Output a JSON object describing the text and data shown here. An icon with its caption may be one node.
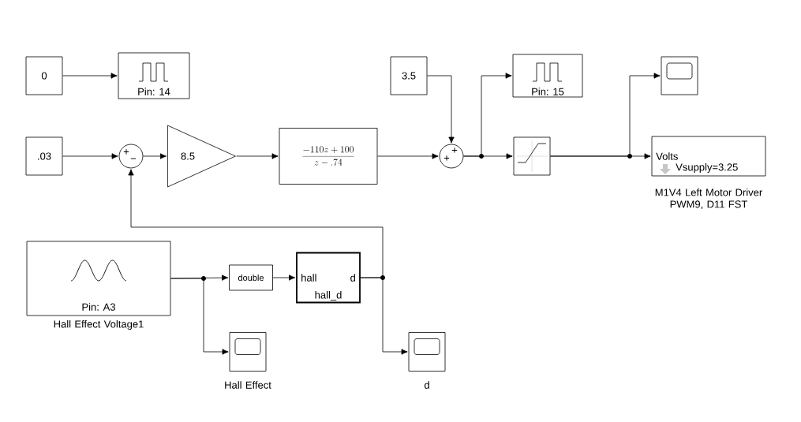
{
  "diagram": {
    "nodes": [
      {
        "text": [
          "0"
        ]
      },
      {
        "text": [
          "Pin: 14"
        ]
      },
      {
        "text": [
          ".03"
        ]
      },
      {
        "text": [
          "+",
          "−"
        ]
      },
      {
        "text": [
          "8.5"
        ]
      },
      {
        "text": [
          "\\frac{-110z+100}{z-.74}"
        ]
      },
      {
        "text": [
          "3.5"
        ]
      },
      {
        "text": [
          "+",
          "+"
        ]
      },
      {
        "text": [
          "Pin: 15"
        ]
      },
      {
        "text": [],
        "shape": "box"
      },
      {
        "text": [],
        "shape": "box"
      },
      {
        "text": [
          "Volts",
          "Vsupply=3.25"
        ],
        "beside": [
          "M1V4 Left Motor Driver PWM9, D11 FST"
        ]
      },
      {
        "text": [
          "Pin: A3"
        ],
        "beside": [
          "Hall Effect Voltage1"
        ]
      },
      {
        "text": [
          "double"
        ]
      },
      {
        "text": [
          "hall",
          "d",
          "hall_d"
        ]
      },
      {
        "text": [],
        "shape": "box",
        "beside": [
          "Hall Effect"
        ]
      },
      {
        "text": [],
        "shape": "box",
        "beside": [
          "d"
        ]
      }
    ],
    "edges": [
      {
        "from": 0,
        "to": 1,
        "arrow": "to"
      },
      {
        "from": 2,
        "to": 3,
        "arrow": "to"
      },
      {
        "from": 3,
        "to": 4,
        "arrow": "to"
      },
      {
        "from": 4,
        "to": 5,
        "arrow": "to"
      },
      {
        "from": 5,
        "to": 7,
        "arrow": "to"
      },
      {
        "from": 6,
        "to": 7,
        "arrow": "to"
      },
      {
        "from": 7,
        "to": 8,
        "arrow": "to"
      },
      {
        "from": 7,
        "to": 9,
        "arrow": "to"
      },
      {
        "from": 9,
        "to": 10,
        "arrow": "to"
      },
      {
        "from": 9,
        "to": 11,
        "arrow": "to"
      },
      {
        "from": 12,
        "to": 13,
        "arrow": "to"
      },
      {
        "from": 12,
        "to": 15,
        "arrow": "to"
      },
      {
        "from": 13,
        "to": 14,
        "arrow": "to"
      },
      {
        "from": 14,
        "to": 16,
        "arrow": "to"
      },
      {
        "from": 14,
        "to": 3,
        "arrow": "to"
      }
    ]
  }
}
